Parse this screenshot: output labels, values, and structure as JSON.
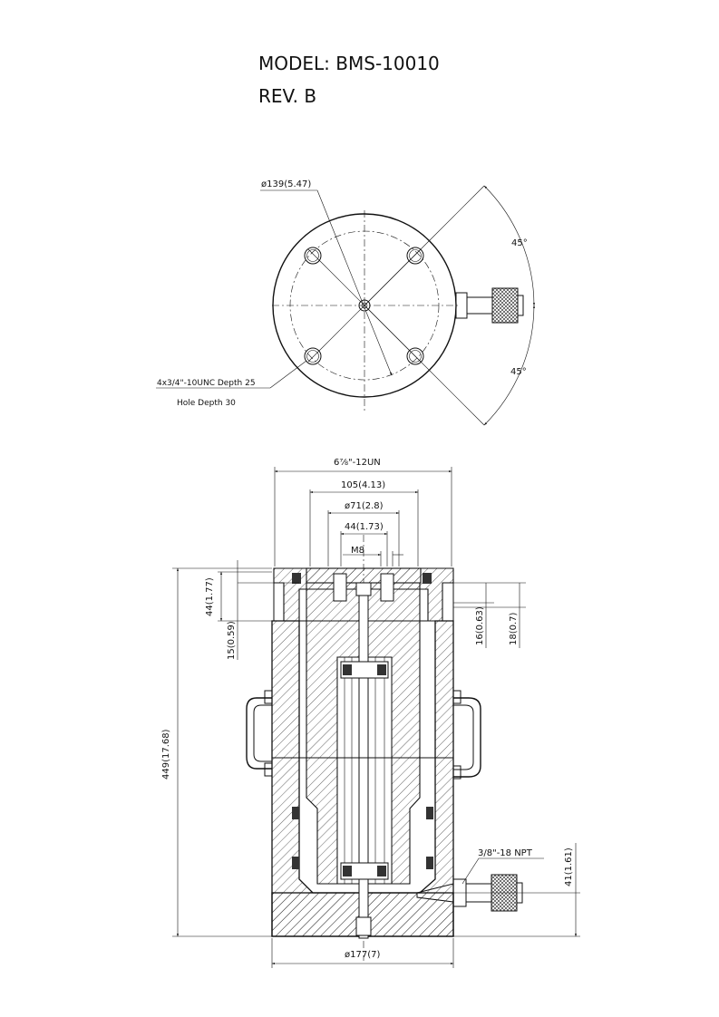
{
  "header": {
    "model": "MODEL: BMS-10010",
    "revision": "REV. B"
  },
  "top_view": {
    "diameter_label": "ø139(5.47)",
    "angle_upper": "45°",
    "angle_lower": "45°",
    "holes_label": "4x3/4\"-10UNC Depth 25",
    "hole_depth_label": "Hole Depth 30"
  },
  "section_view": {
    "thread_label": "6⅞\"-12UN",
    "dim_105": "105(4.13)",
    "dim_71": "ø71(2.8)",
    "dim_44h": "44(1.73)",
    "dim_m8": "M8",
    "dim_44v": "44(1.77)",
    "dim_15": "15(0.59)",
    "dim_449": "449(17.68)",
    "dim_16": "16(0.63)",
    "dim_18": "18(0.7)",
    "port_label": "3/8\"-18 NPT",
    "dim_41": "41(1.61)",
    "dim_177": "ø177(7)"
  }
}
